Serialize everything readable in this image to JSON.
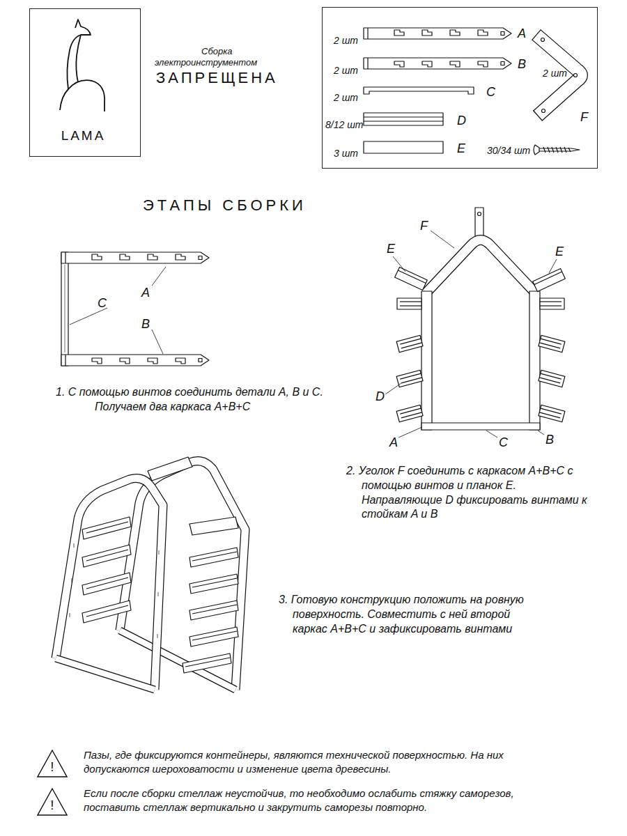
{
  "diagram": {
    "title": "ЭТАПЫ СБОРКИ",
    "nodes": [
      {
        "text": [
          "LAMA"
        ]
      },
      {
        "text": [
          "2 шт",
          "A",
          "2 шт",
          "B",
          "2 шт",
          "C",
          "8/12 шт",
          "D",
          "3 шт",
          "E",
          "2 шт",
          "F",
          "30/34 шт"
        ]
      },
      {
        "text": [
          "!"
        ]
      },
      {
        "text": [
          "!"
        ]
      }
    ],
    "labels": [
      "Сборка",
      "электроинструментом",
      "ЗАПРЕЩЕНА",
      "A",
      "C",
      "B",
      "1. С помощью винтов соединить детали A, B и C. Получаем два каркаса A+B+C",
      "F",
      "E",
      "E",
      "D",
      "A",
      "C",
      "B",
      "2. Уголок F соединить с каркасом A+B+C с помощью винтов и планок E. Направляющие D фиксировать винтами к стойкам A и B",
      "3. Готовую конструкцию положить на ровную поверхность. Совместить с ней второй каркас A+B+C и зафиксировать винтами",
      "Пазы, где фиксируются контейнеры, являются технической поверхностью. На них допускаются шероховатости и изменение цвета древесины.",
      "Если после сборки стеллаж неустойчив, то необходимо ослабить стяжку саморезов, поставить стеллаж вертикально и закрутить саморезы повторно."
    ]
  }
}
